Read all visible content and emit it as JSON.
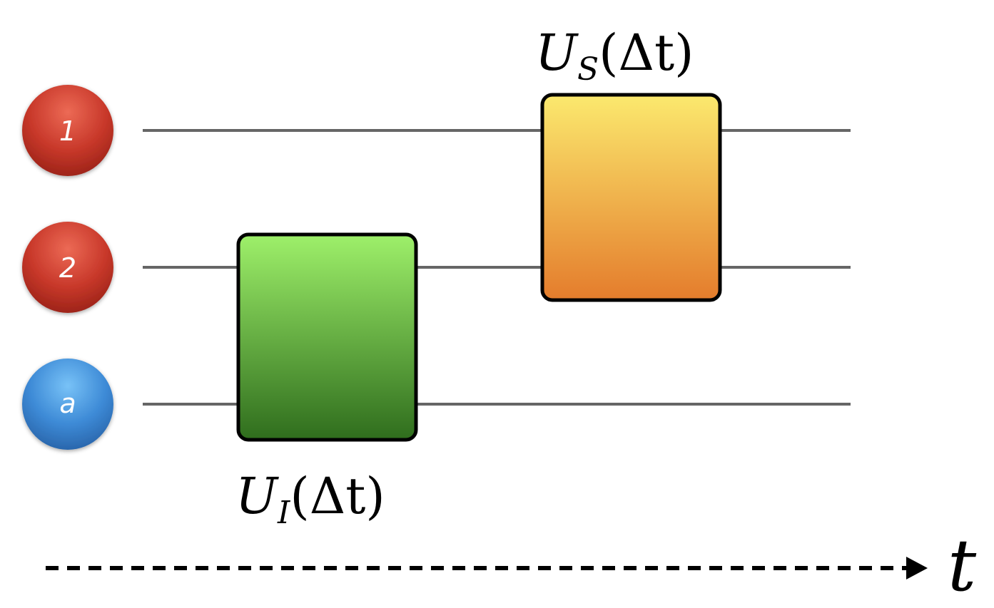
{
  "qubits": [
    {
      "label": "1",
      "color": "#c8382a"
    },
    {
      "label": "2",
      "color": "#c8382a"
    },
    {
      "label": "a",
      "color": "#3d8ad6"
    }
  ],
  "gates": {
    "interaction": {
      "letter": "U",
      "subscript": "I",
      "argument": "(Δt)",
      "colors": {
        "top": "#9ef06a",
        "bottom": "#2f6d1d"
      }
    },
    "system": {
      "letter": "U",
      "subscript": "S",
      "argument": "(Δt)",
      "colors": {
        "top": "#fbe96e",
        "bottom": "#e47c2c"
      }
    }
  },
  "wire_color": "#666666",
  "time_axis": {
    "label": "t",
    "style": "dashed-arrow"
  }
}
